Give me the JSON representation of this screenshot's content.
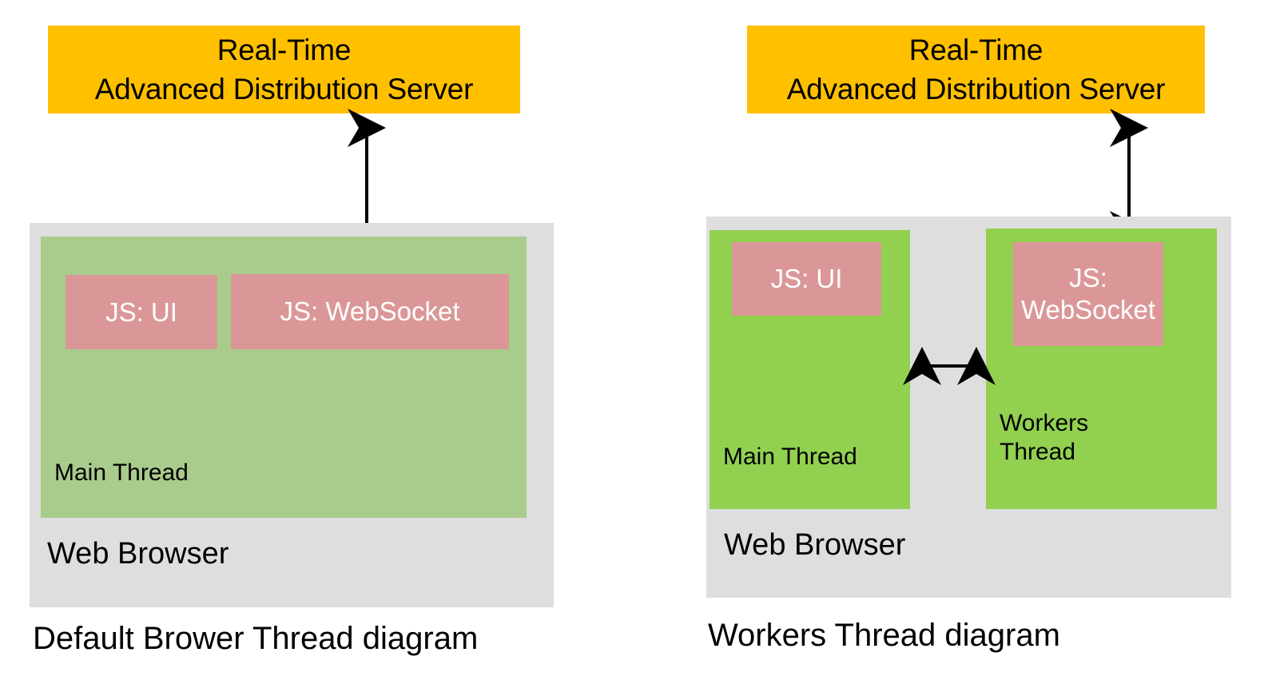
{
  "colors": {
    "server_bg": "#FFC000",
    "browser_bg": "#DEDEDE",
    "main_thread_bg_left": "#A9CB8C",
    "thread_bg_right": "#92D050",
    "js_box_bg": "#DB9797",
    "arrow": "#000000",
    "text_dark": "#000000",
    "text_light": "#FFFFFF",
    "page_bg": "#FFFFFF"
  },
  "left_diagram": {
    "server": {
      "line1": "Real-Time",
      "line2": "Advanced Distribution Server"
    },
    "browser_label": "Web Browser",
    "main_thread_label": "Main Thread",
    "js_ui_label": "JS: UI",
    "js_websocket_label": "JS: WebSocket",
    "caption": "Default Brower Thread diagram",
    "arrow_server_to_websocket": "double-headed-vertical-arrow"
  },
  "right_diagram": {
    "server": {
      "line1": "Real-Time",
      "line2": "Advanced Distribution Server"
    },
    "browser_label": "Web Browser",
    "main_thread_label": "Main Thread",
    "workers_thread_label": "Workers\nThread",
    "js_ui_label": "JS: UI",
    "js_websocket_label": "JS:\nWebSocket",
    "caption": "Workers Thread diagram",
    "arrow_server_to_websocket": "double-headed-vertical-arrow",
    "arrow_main_to_workers": "double-headed-horizontal-arrow"
  }
}
